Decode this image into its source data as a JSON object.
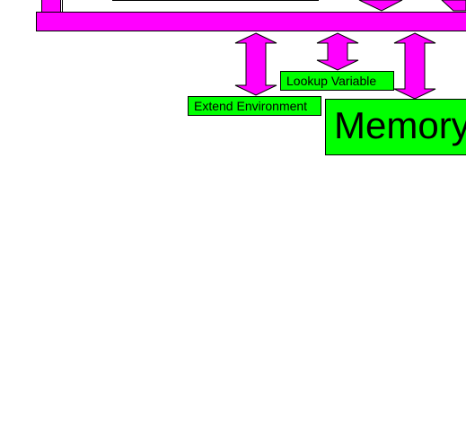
{
  "diagram": {
    "labels": {
      "lookup_variable": "Lookup Variable",
      "extend_environment": "Extend Environment",
      "memory": "Memory"
    },
    "colors": {
      "bus": "#ff00ff",
      "box": "#00ff00",
      "stroke": "#000000",
      "background": "#ffffff"
    }
  }
}
